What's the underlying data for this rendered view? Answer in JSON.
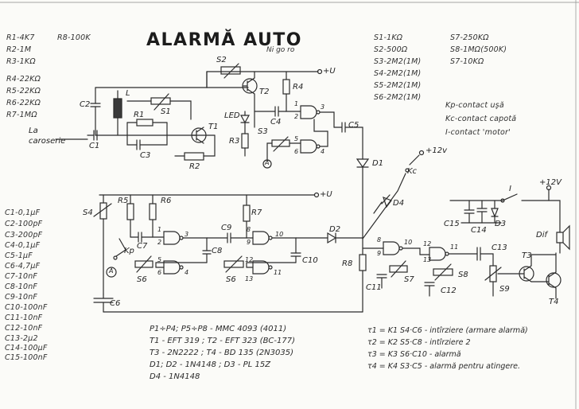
{
  "title": "ALARMĂ AUTO",
  "signature": "Ni go ro",
  "resistors_left": [
    "R1-4K7",
    "R2-1M",
    "R3-1KΩ",
    "R4-22KΩ",
    "R5-22KΩ",
    "R6-22KΩ",
    "R7-1MΩ"
  ],
  "r8_value": "R8-100K",
  "capacitors": [
    "C1-0,1μF",
    "C2-100pF",
    "C3-200pF",
    "C4-0,1μF",
    "C5-1μF",
    "C6-4,7μF",
    "C7-10nF",
    "C8-10nF",
    "C9-10nF",
    "C10-100nF",
    "C11-10nF",
    "C12-10nF",
    "C13-2μ2",
    "C14-100μF",
    "C15-100nF"
  ],
  "pots_a": [
    "S1-1KΩ",
    "S2-500Ω",
    "S3-2M2(1M)",
    "S4-2M2(1M)",
    "S5-2M2(1M)",
    "S6-2M2(1M)"
  ],
  "pots_b": [
    "S7-250KΩ",
    "S8-1MΩ(500K)",
    "S7-10KΩ"
  ],
  "contacts": [
    "Kp-contact uşă",
    "Kc-contact capotă",
    "I-contact 'motor'"
  ],
  "components": [
    "P1÷P4; P5÷P8 - MMC 4093 (4011)",
    "T1 - EFT 319 ; T2 - EFT 323 (BC-177)",
    "T3 - 2N2222 ; T4 - BD 135 (2N3035)",
    "D1; D2 - 1N4148 ; D3 - PL 15Z",
    "D4 - 1N4148"
  ],
  "timings": [
    "τ1 = K1 S4·C6 - intîrziere (armare alarmă)",
    "τ2 = K2 S5·C8 - intîrziere 2",
    "τ3 = K3 S6·C10 - alarmă",
    "τ4 = K4 S3·C5 - alarmă pentru atingere."
  ],
  "labels": {
    "caroserie": "La caroserie",
    "plus_u_top": "+U",
    "plus_u_mid": "+U",
    "plus_12v_a": "+12v",
    "plus_12v_b": "+12V",
    "led": "LED",
    "switch_i": "I",
    "parts": {
      "R1": "R1",
      "R2": "R2",
      "R3": "R3",
      "R4": "R4",
      "R5": "R5",
      "R6": "R6",
      "R7": "R7",
      "R8": "R8",
      "C1": "C1",
      "C2": "C2",
      "C3": "C3",
      "C4": "C4",
      "C5": "C5",
      "C6": "C6",
      "C7": "C7",
      "C8": "C8",
      "C9": "C9",
      "C10": "C10",
      "C11": "C11",
      "C12": "C12",
      "C13": "C13",
      "C14": "C14",
      "C15": "C15",
      "S1": "S1",
      "S2": "S2",
      "S3": "S3",
      "S4": "S4",
      "S5": "S6",
      "S6": "S6",
      "S7": "S7",
      "S8": "S8",
      "S9": "S9",
      "T1": "T1",
      "T2": "T2",
      "T3": "T3",
      "T4": "T4",
      "D1": "D1",
      "D2": "D2",
      "D3": "D3",
      "D4": "D4",
      "Dif": "Dif",
      "L": "L",
      "Kp": "Kp",
      "Kc": "Kc",
      "A1": "A",
      "A2": "A"
    },
    "pins": {
      "p1": "1",
      "p2": "2",
      "p3": "3",
      "p4": "4",
      "p5": "5",
      "p6": "6",
      "p8": "8",
      "p9": "9",
      "p10": "10",
      "p12": "12",
      "p13": "13",
      "p11": "11",
      "q1": "1",
      "q2": "2",
      "q3": "3",
      "q5": "5",
      "q6": "6",
      "q4": "4",
      "r8": "8",
      "r9": "9",
      "r10": "10",
      "r12": "12",
      "r13": "13",
      "r11": "11",
      "s8": "8",
      "s9": "9",
      "s10": "10",
      "s12": "12",
      "s13": "13",
      "s11": "11"
    }
  }
}
